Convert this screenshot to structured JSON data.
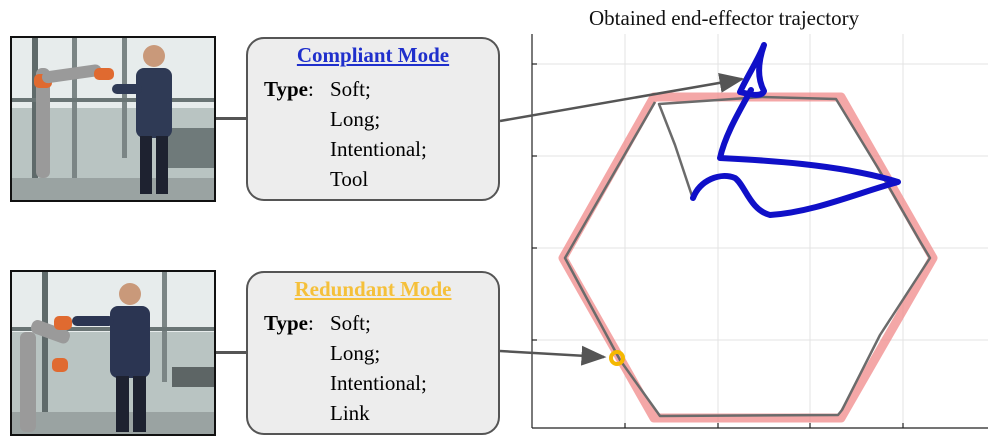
{
  "plot": {
    "title": "Obtained end-effector trajectory",
    "grid": true
  },
  "modes": [
    {
      "title": "Compliant Mode",
      "color": "#1f2fcc",
      "type_label": "Type",
      "items": [
        "Soft;",
        "Long;",
        "Intentional;",
        "Tool"
      ]
    },
    {
      "title": "Redundant Mode",
      "color": "#f5c03a",
      "type_label": "Type",
      "items": [
        "Soft;",
        "Long;",
        "Intentional;",
        "Link"
      ]
    }
  ],
  "colors": {
    "reference_path": "#f08a8a",
    "actual_path": "#707070",
    "compliant_trajectory": "#1010c8",
    "redundant_marker": "#f5b800",
    "arrow": "#555555"
  }
}
